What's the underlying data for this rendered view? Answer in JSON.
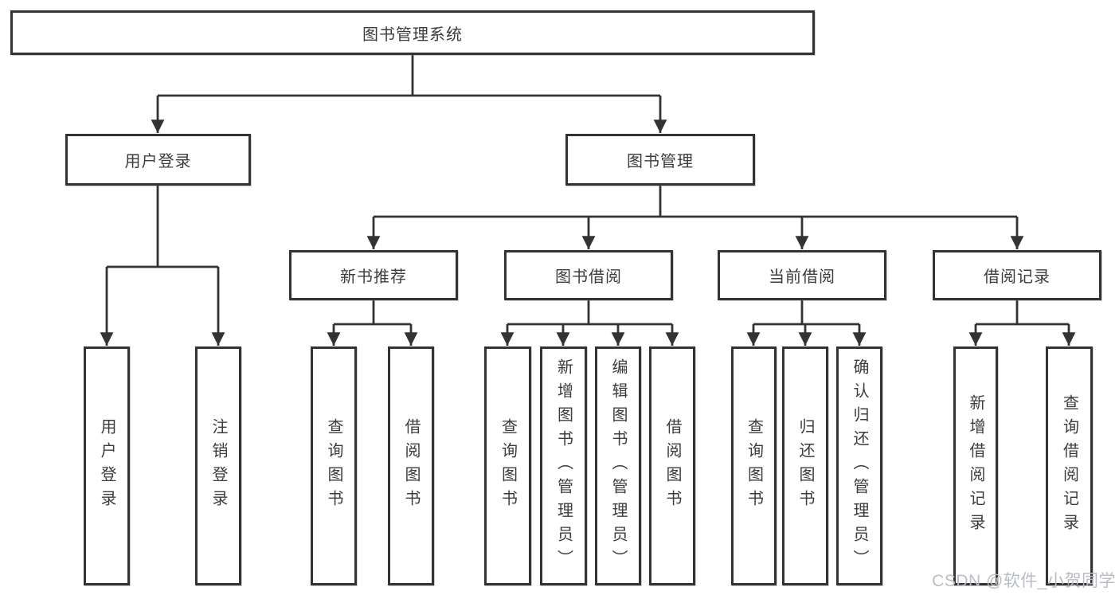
{
  "tree": {
    "root": {
      "label": "图书管理系统"
    },
    "branches": [
      {
        "label": "用户登录",
        "children": [
          {
            "label": "用户登录"
          },
          {
            "label": "注销登录"
          }
        ]
      },
      {
        "label": "图书管理",
        "children": [
          {
            "label": "新书推荐",
            "children": [
              {
                "label": "查询图书"
              },
              {
                "label": "借阅图书"
              }
            ]
          },
          {
            "label": "图书借阅",
            "children": [
              {
                "label": "查询图书"
              },
              {
                "label": "新增图书（管理员）"
              },
              {
                "label": "编辑图书（管理员）"
              },
              {
                "label": "借阅图书"
              }
            ]
          },
          {
            "label": "当前借阅",
            "children": [
              {
                "label": "查询图书"
              },
              {
                "label": "归还图书"
              },
              {
                "label": "确认归还（管理员）"
              }
            ]
          },
          {
            "label": "借阅记录",
            "children": [
              {
                "label": "新增借阅记录"
              },
              {
                "label": "查询借阅记录"
              }
            ]
          }
        ]
      }
    ]
  },
  "watermark": {
    "text": "CSDN @软件_小贺同学"
  },
  "colors": {
    "line": "#333333",
    "text": "#3c3c3c",
    "watermark": "#b9bdc2",
    "background": "#ffffff"
  }
}
